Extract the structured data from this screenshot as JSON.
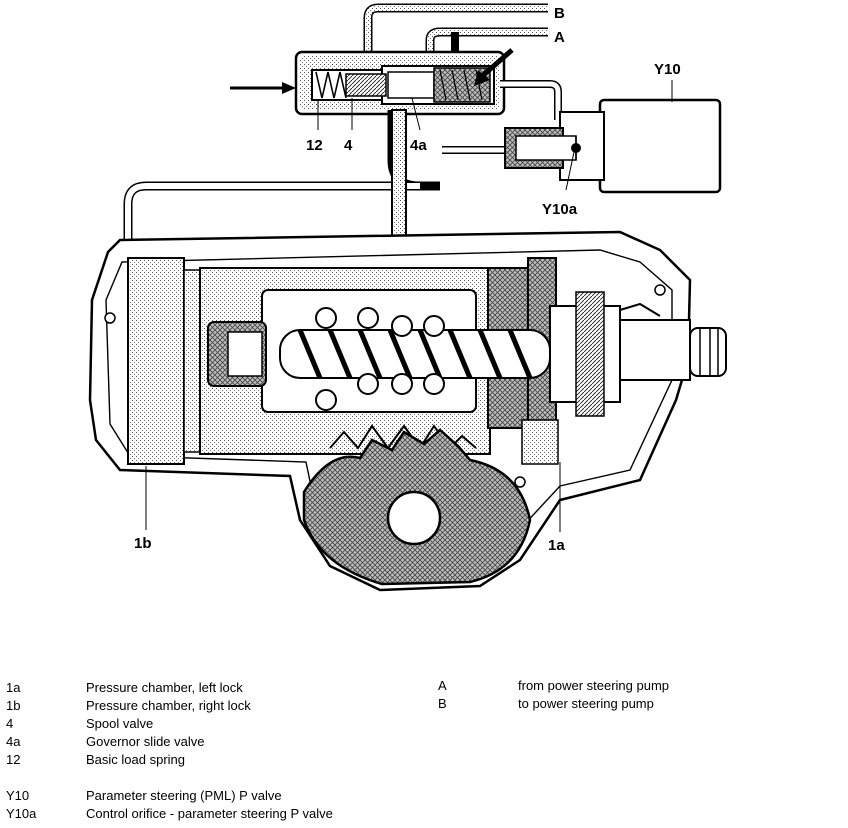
{
  "diagram": {
    "labels": {
      "A": "A",
      "B": "B",
      "Y10": "Y10",
      "Y10a": "Y10a",
      "12": "12",
      "4": "4",
      "4a": "4a",
      "1a": "1a",
      "1b": "1b"
    }
  },
  "legend": {
    "left": [
      {
        "code": "1a",
        "text": "Pressure chamber, left lock"
      },
      {
        "code": "1b",
        "text": "Pressure chamber, right lock"
      },
      {
        "code": "4",
        "text": "Spool valve"
      },
      {
        "code": "4a",
        "text": "Governor slide valve"
      },
      {
        "code": "12",
        "text": "Basic load spring"
      },
      {
        "code": "Y10",
        "text": "Parameter steering (PML) P valve"
      },
      {
        "code": "Y10a",
        "text": "Control orifice - parameter steering P valve"
      }
    ],
    "right": [
      {
        "code": "A",
        "text": "from power steering pump"
      },
      {
        "code": "B",
        "text": "to power steering pump"
      }
    ]
  }
}
